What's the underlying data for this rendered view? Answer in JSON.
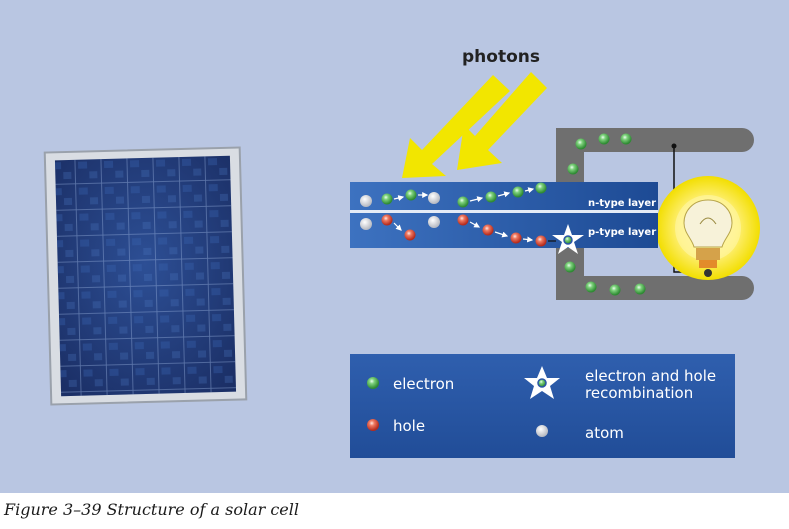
{
  "diagram": {
    "photons_label": "photons",
    "n_layer_label": "n-type layer",
    "p_layer_label": "p-type layer"
  },
  "legend": {
    "electron": "electron",
    "hole": "hole",
    "recombination_line1": "electron and hole",
    "recombination_line2": "recombination",
    "atom": "atom"
  },
  "caption": "Figure 3–39  Structure of a solar cell",
  "colors": {
    "background": "#b9c6e2",
    "electron": "#3aa13a",
    "hole": "#d0402e",
    "photon_arrow": "#f2e600",
    "layer_blue": "#1f4f9c",
    "wire_gray": "#6f6f6f",
    "bulb_glow": "#f3e000"
  }
}
